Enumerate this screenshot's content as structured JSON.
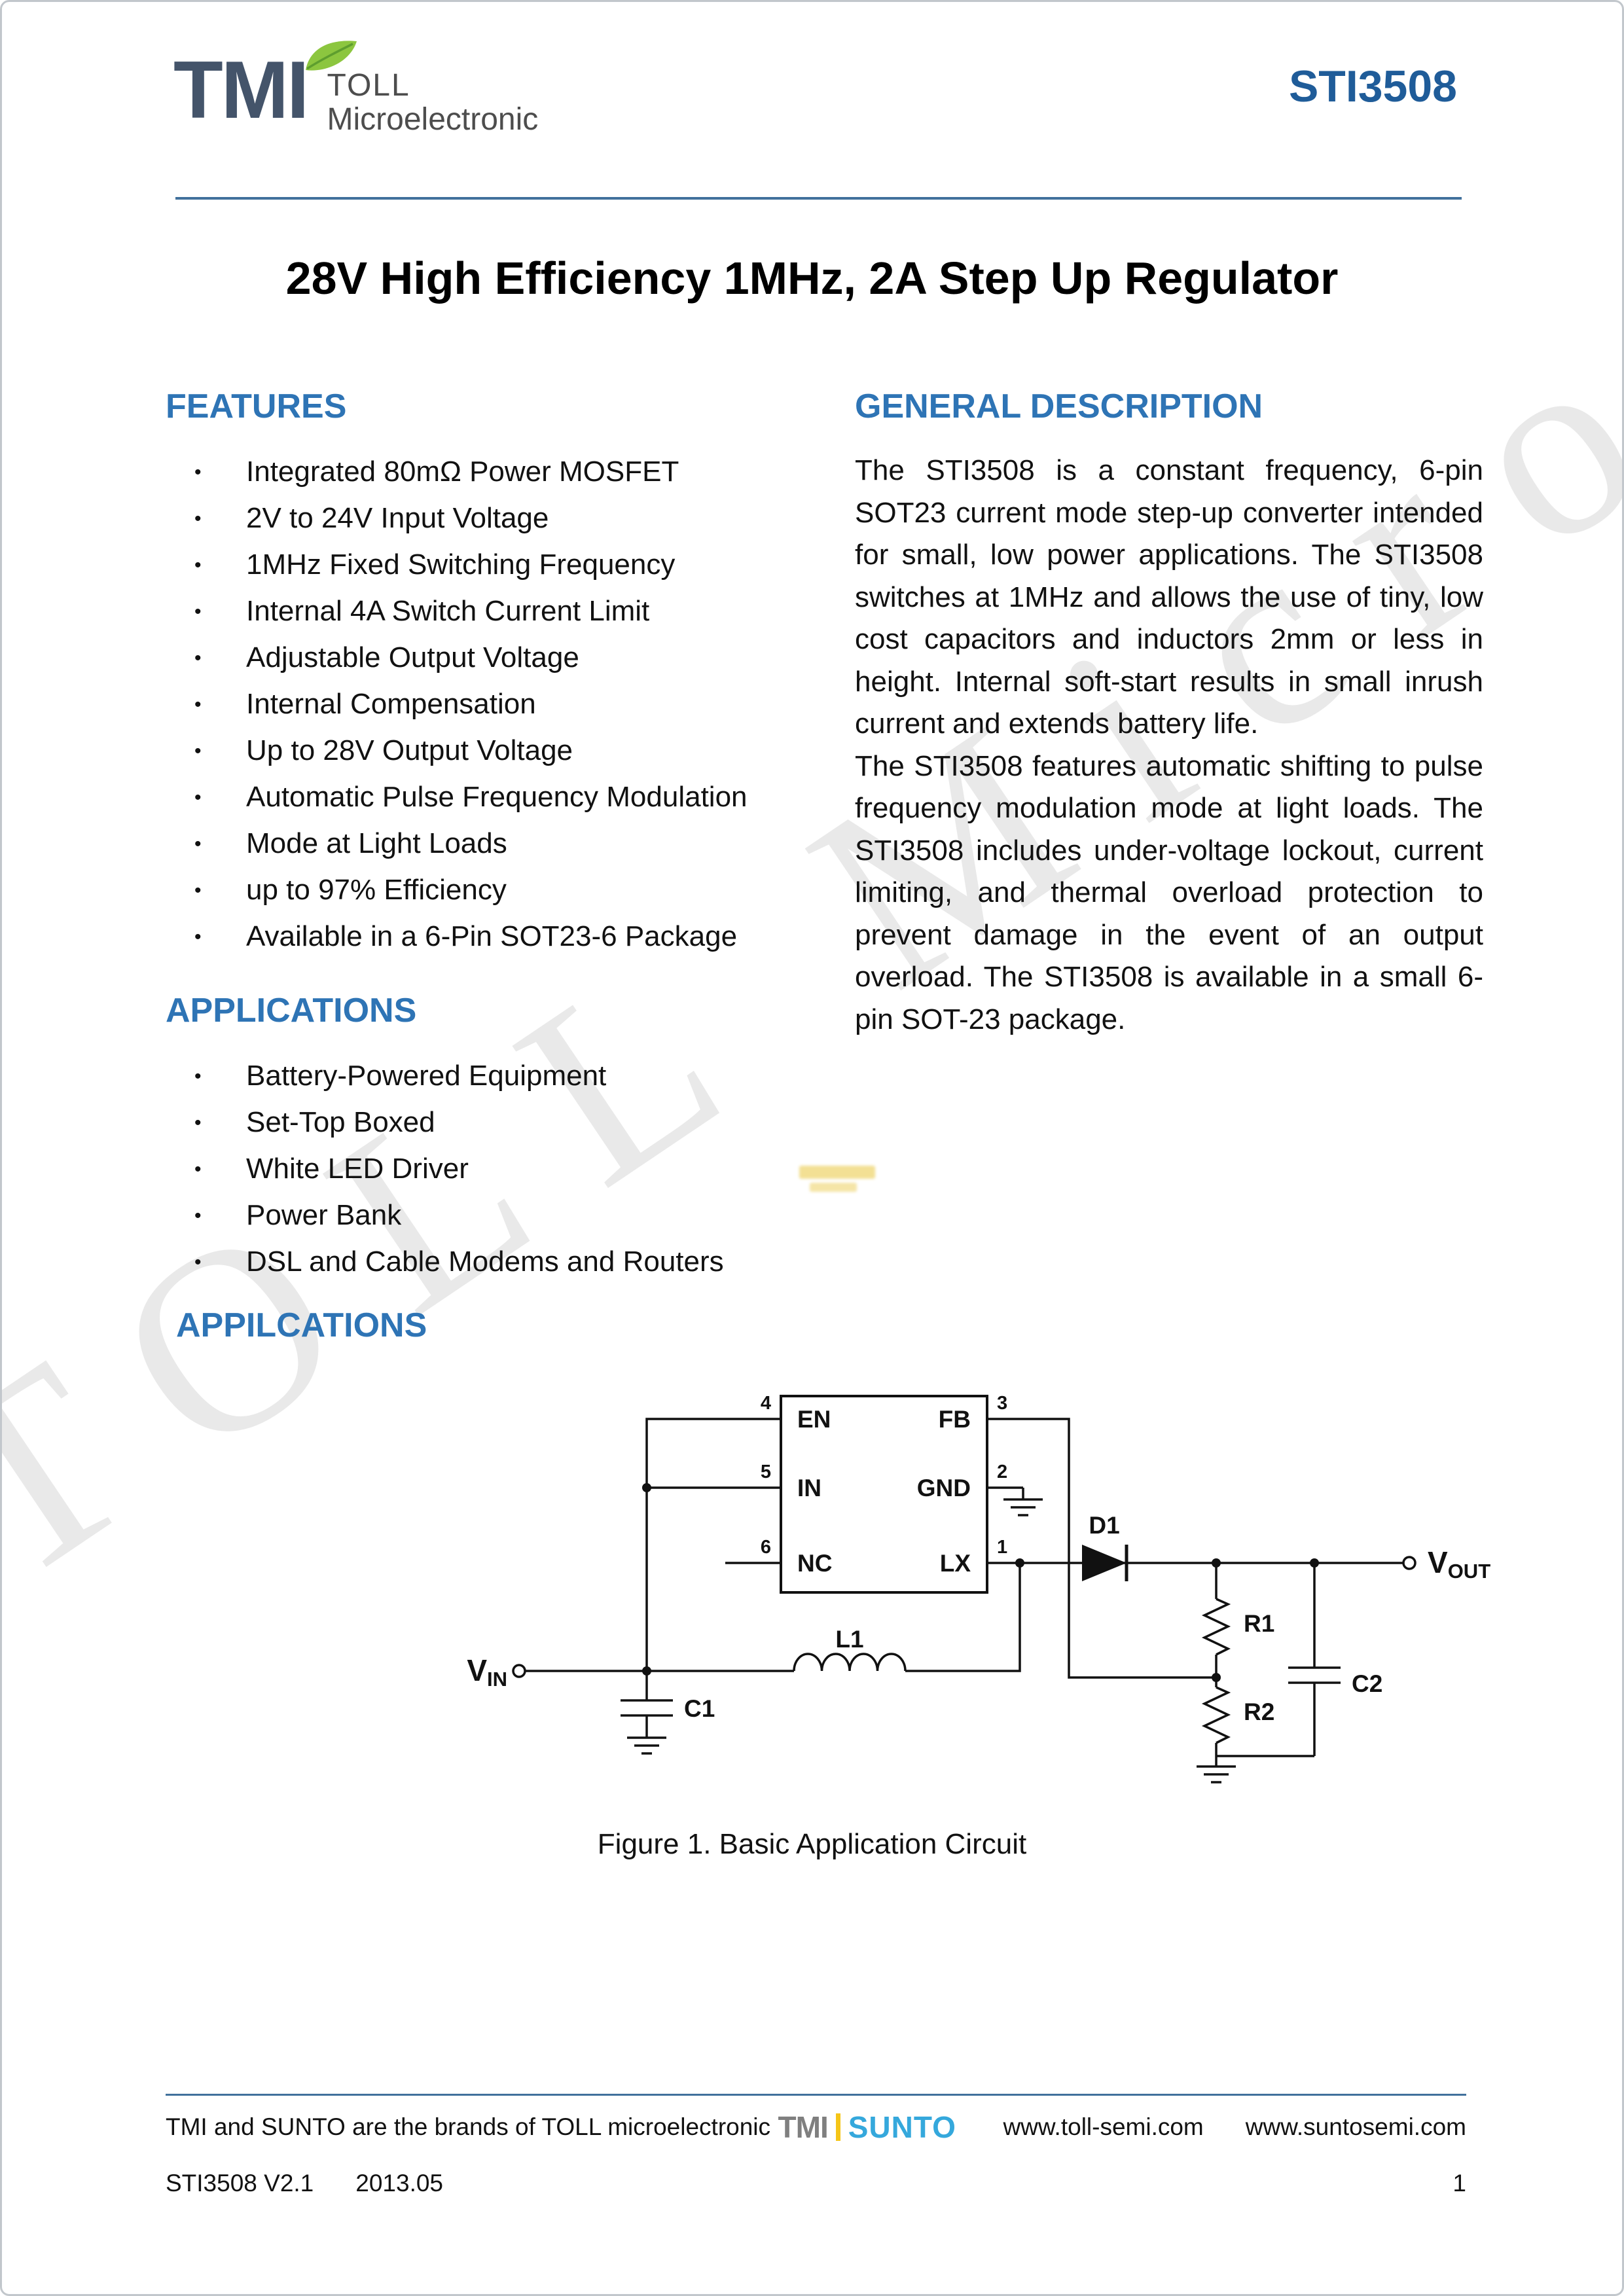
{
  "ui": {
    "bullet": "•"
  },
  "header": {
    "logo": {
      "name": "TMI",
      "line1": "TOLL",
      "line2": "Microelectronic"
    },
    "part_number": "STI3508"
  },
  "title": "28V High Efficiency 1MHz, 2A Step Up Regulator",
  "features": {
    "heading": "FEATURES",
    "items": [
      "Integrated 80mΩ Power MOSFET",
      "2V to 24V Input Voltage",
      "1MHz Fixed Switching Frequency",
      "Internal 4A Switch Current Limit",
      "Adjustable Output Voltage",
      "Internal Compensation",
      "Up to 28V Output Voltage",
      "Automatic Pulse Frequency Modulation",
      "Mode at Light Loads",
      "up to 97% Efficiency",
      "Available in a 6-Pin SOT23-6 Package"
    ]
  },
  "applications": {
    "heading": "APPLICATIONS",
    "items": [
      "Battery-Powered Equipment",
      "Set-Top Boxed",
      "White LED Driver",
      "Power Bank",
      "DSL and Cable Modems and Routers"
    ]
  },
  "description": {
    "heading": "GENERAL DESCRIPTION",
    "paragraphs": [
      "The STI3508 is a constant frequency, 6-pin SOT23 current mode step-up converter intended for small, low power applications. The STI3508 switches at 1MHz and allows the use of tiny, low cost capacitors and inductors 2mm or less in height. Internal soft-start results in small inrush current and extends battery life.",
      "The STI3508 features automatic shifting to pulse frequency modulation mode at light loads. The STI3508 includes under-voltage lockout, current limiting, and thermal overload protection to prevent damage in the event of an output overload. The STI3508 is available in a small 6-pin SOT-23 package."
    ]
  },
  "circuit": {
    "heading": "APPILCATIONS",
    "caption": "Figure 1. Basic Application Circuit",
    "pins": [
      {
        "num": "4",
        "name": "EN"
      },
      {
        "num": "5",
        "name": "IN"
      },
      {
        "num": "6",
        "name": "NC"
      },
      {
        "num": "3",
        "name": "FB"
      },
      {
        "num": "2",
        "name": "GND"
      },
      {
        "num": "1",
        "name": "LX"
      }
    ],
    "components": {
      "d1": "D1",
      "r1": "R1",
      "r2": "R2",
      "c1": "C1",
      "c2": "C2",
      "l1": "L1"
    },
    "terminals": {
      "vin": {
        "base": "V",
        "sub": "IN"
      },
      "vout": {
        "base": "V",
        "sub": "OUT"
      }
    }
  },
  "watermark": "TOLL Micro",
  "footer": {
    "brands_note": "TMI and SUNTO are the brands of TOLL microelectronic",
    "logo": {
      "tmi": "TMI",
      "sunto": "SUNTO"
    },
    "links": [
      "www.toll-semi.com",
      "www.suntosemi.com"
    ],
    "doc_version": "STI3508 V2.1",
    "doc_date": "2013.05",
    "page_number": "1"
  },
  "colors": {
    "heading_blue": "#2E74B5",
    "part_blue": "#1F5C99",
    "rule_blue": "#41719C",
    "logo_slate": "#44546A",
    "leaf_green": "#8CC63F",
    "sunto_blue": "#35A8DC",
    "accent_yellow": "#F5C518"
  }
}
